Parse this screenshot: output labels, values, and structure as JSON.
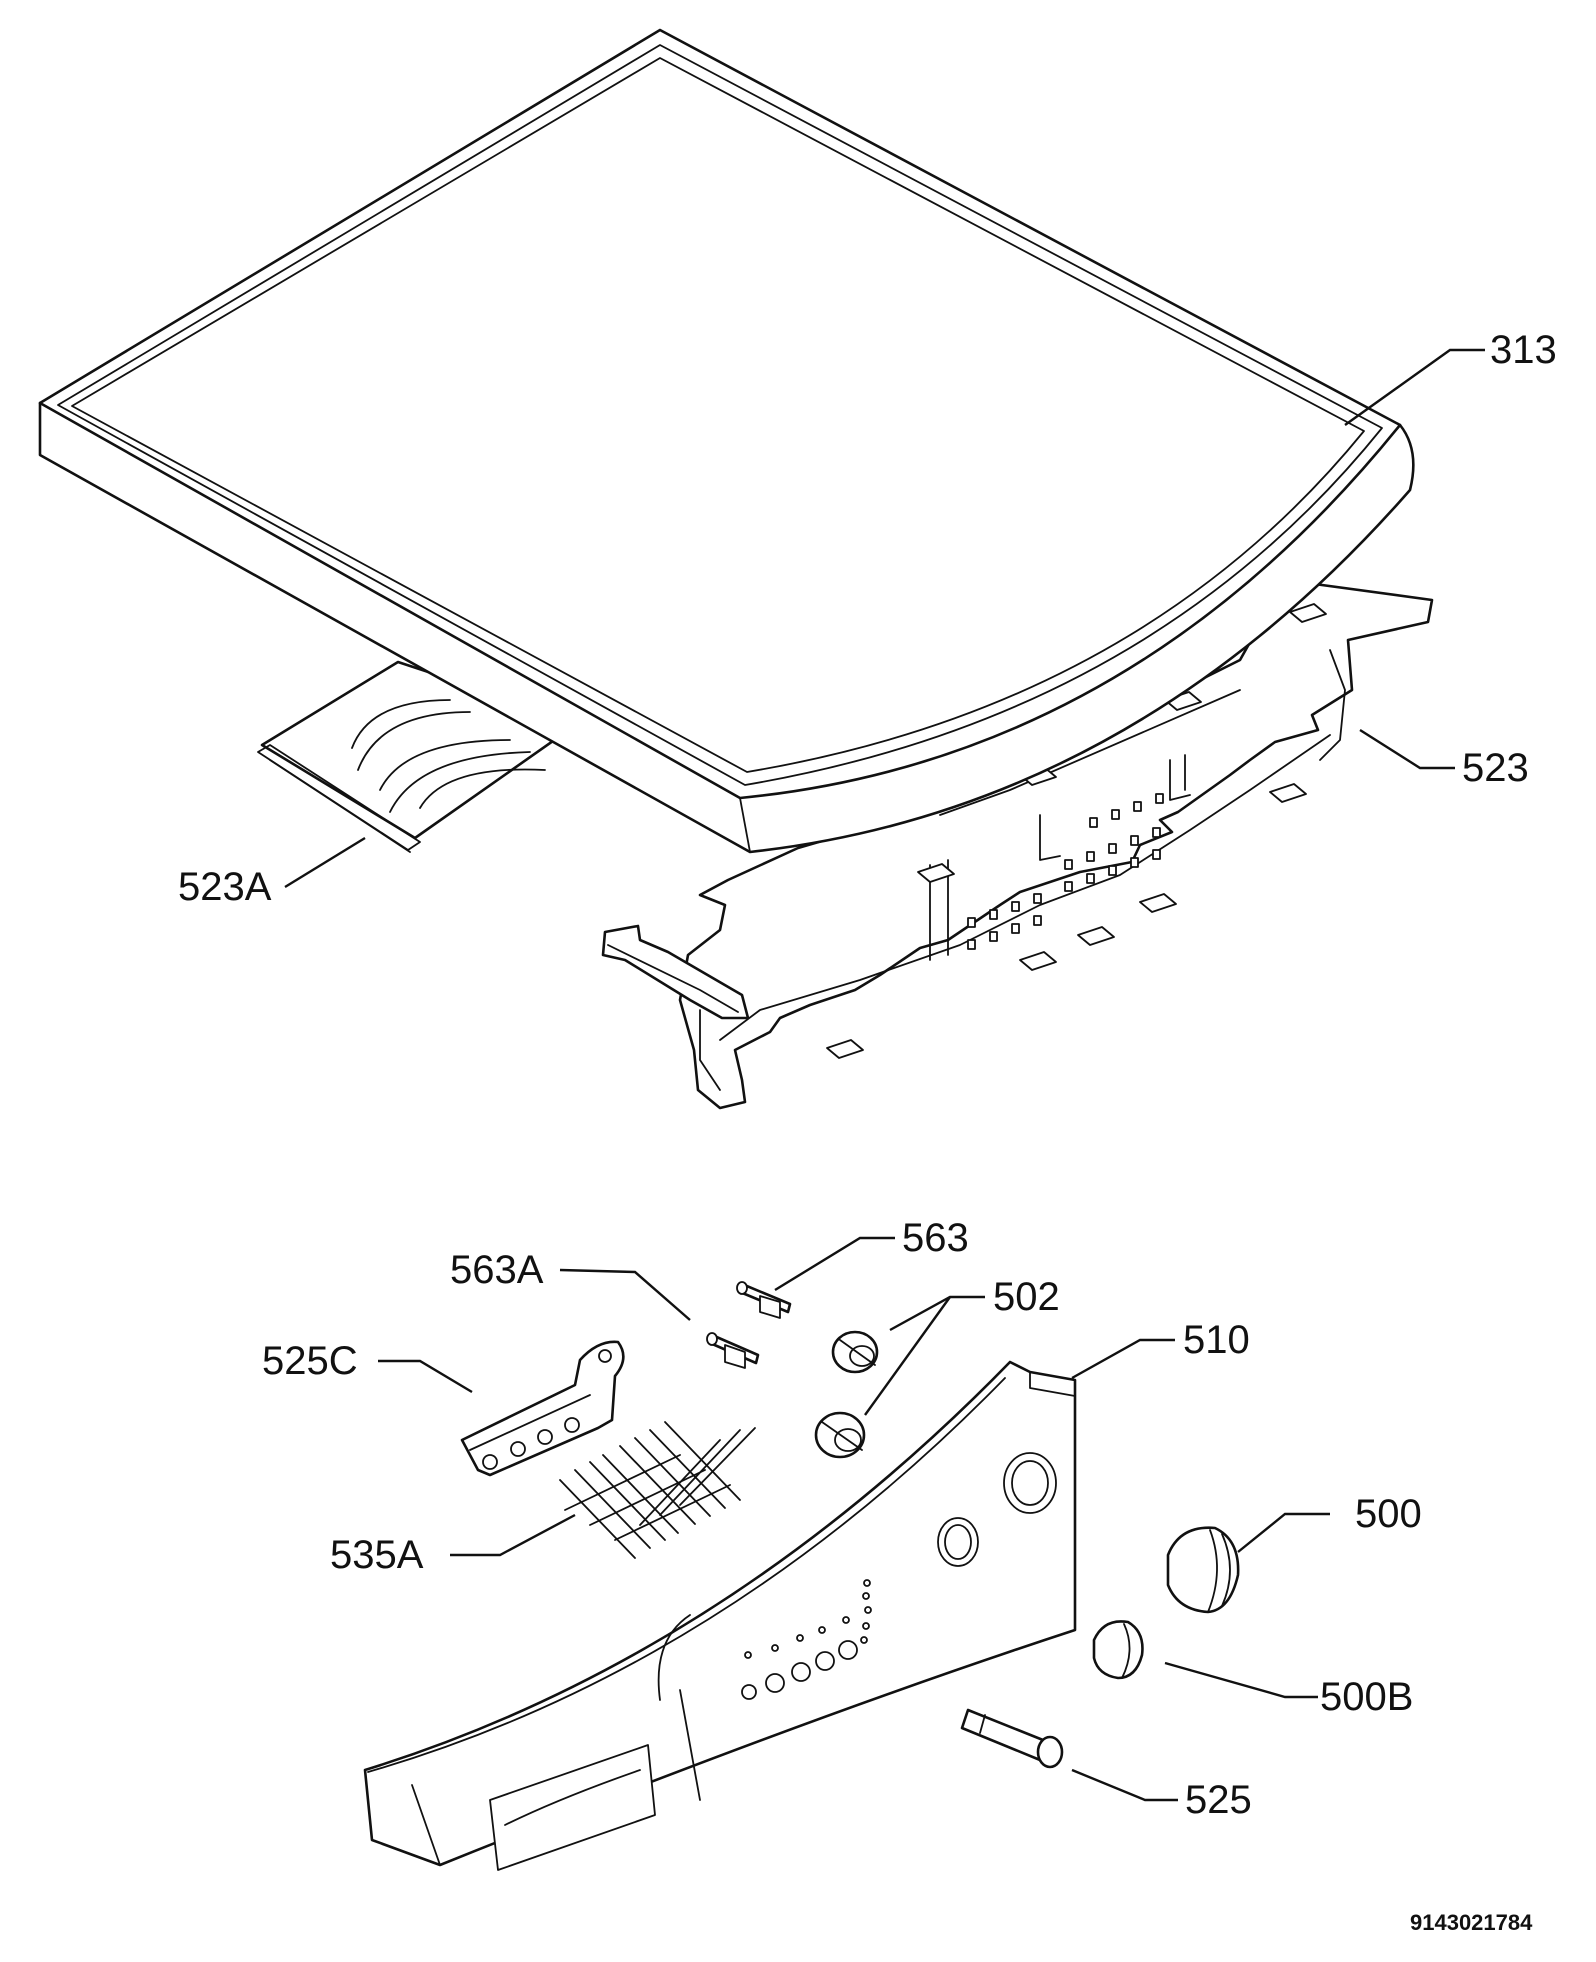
{
  "callouts": [
    {
      "id": "313",
      "text": "313"
    },
    {
      "id": "523",
      "text": "523"
    },
    {
      "id": "523A",
      "text": "523A"
    },
    {
      "id": "563",
      "text": "563"
    },
    {
      "id": "563A",
      "text": "563A"
    },
    {
      "id": "502",
      "text": "502"
    },
    {
      "id": "510",
      "text": "510"
    },
    {
      "id": "525C",
      "text": "525C"
    },
    {
      "id": "535A",
      "text": "535A"
    },
    {
      "id": "500",
      "text": "500"
    },
    {
      "id": "500B",
      "text": "500B"
    },
    {
      "id": "525",
      "text": "525"
    }
  ],
  "drawing_number": "9143021784"
}
